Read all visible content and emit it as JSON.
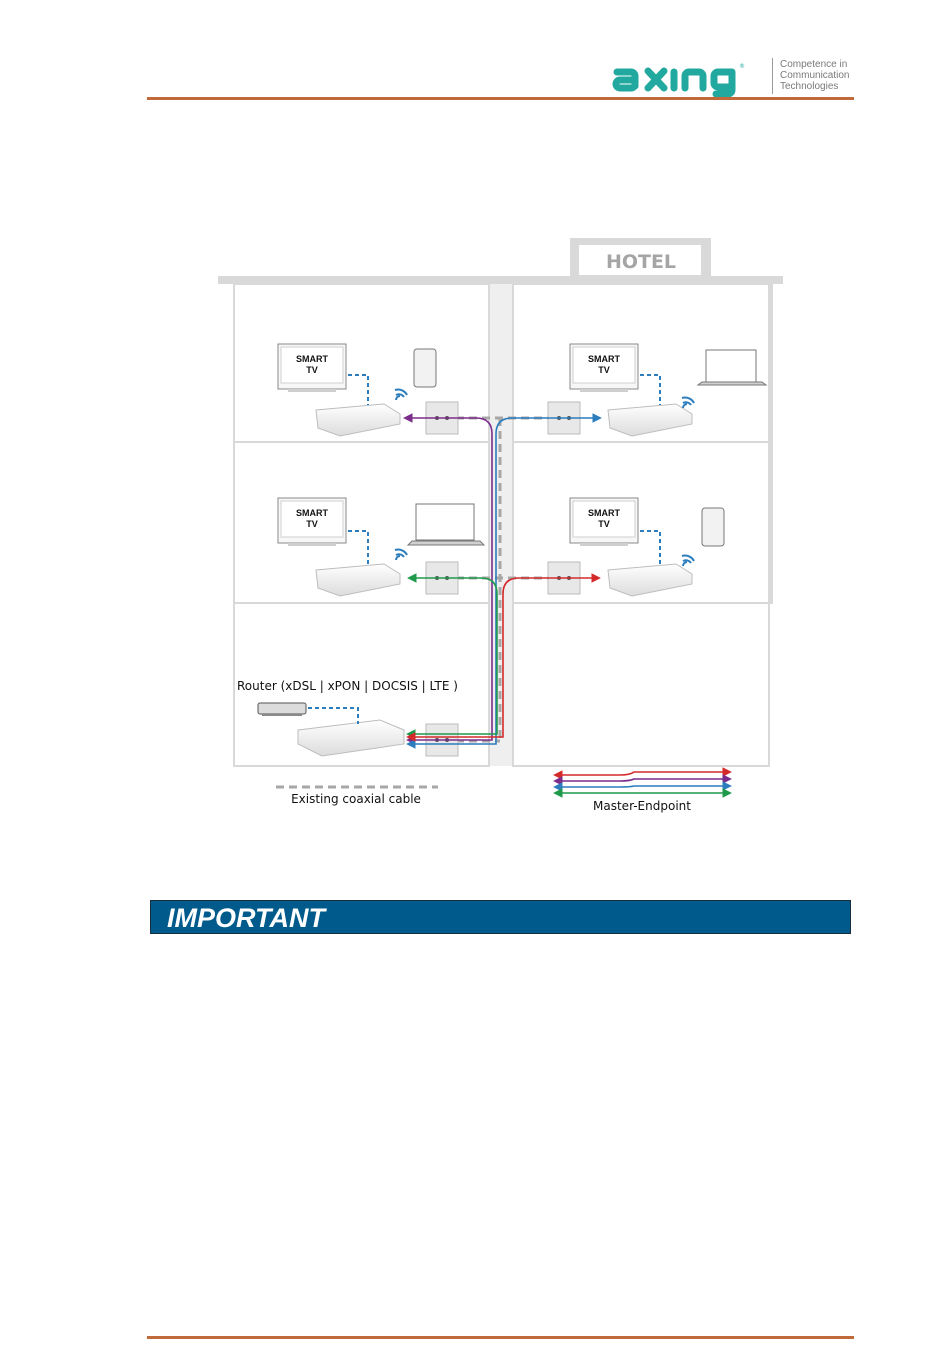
{
  "header": {
    "logo_text": "axing",
    "tagline": [
      "Competence in",
      "Communication",
      "Technologies"
    ]
  },
  "diagram": {
    "hotel_sign": "HOTEL",
    "tv_label_line1": "SMART",
    "tv_label_line2": "TV",
    "router_label": "Router (xDSL | xPON | DOCSIS | LTE )",
    "legend_coax": "Existing coaxial cable",
    "legend_master": "Master-Endpoint"
  },
  "important": {
    "title": "IMPORTANT"
  },
  "colors": {
    "accent_rule": "#c0693a",
    "logo_teal": "#21a9a0",
    "banner": "#005a8c",
    "line_purple": "#7a2d8a",
    "line_blue": "#2b7dbd",
    "line_green": "#1f9a4a",
    "line_red": "#d42a2a"
  }
}
